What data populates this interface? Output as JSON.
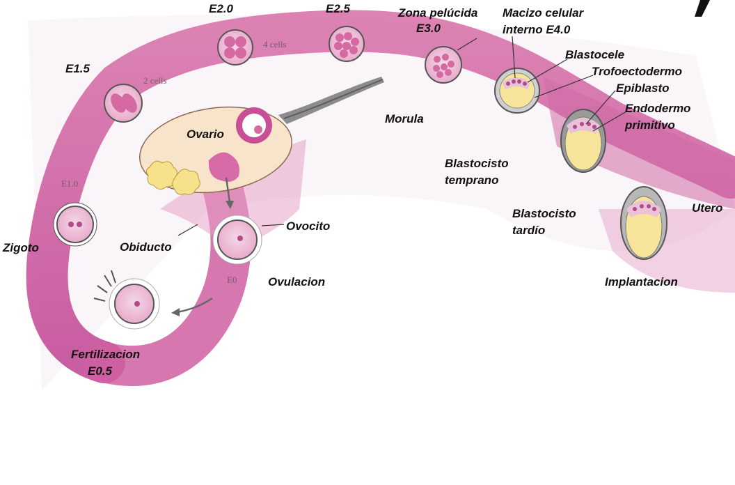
{
  "labels": {
    "e20": "E2.0",
    "e25": "E2.5",
    "zona": "Zona pelúcida",
    "e30": "E3.0",
    "macizo": "Macizo celular",
    "interno": "interno E4.0",
    "e15": "E1.5",
    "blastocele": "Blastocele",
    "trofo": "Trofoectodermo",
    "epiblasto": "Epiblasto",
    "endo1": "Endodermo",
    "endo2": "primitivo",
    "ovario": "Ovario",
    "morula": "Morula",
    "bt1": "Blastocisto",
    "bt2": "temprano",
    "btar1": "Blastocisto",
    "btar2": "tardío",
    "utero": "Utero",
    "zigoto": "Zigoto",
    "obiducto": "Obiducto",
    "ovocito": "Ovocito",
    "ovulacion": "Ovulacion",
    "implantacion": "Implantacion",
    "fert1": "Fertilizacion",
    "fert2": "E0.5"
  },
  "inner_labels": {
    "cells4": "4 cells",
    "cells2": "2 cells",
    "e10": "E1.0",
    "e0": "E0"
  },
  "colors": {
    "tube": "#cc5a9c",
    "tube_light": "#e9b3d3",
    "ovary": "#f8e3cb",
    "cell_fill": "#d56aa3",
    "yolk": "#f6e49a"
  }
}
